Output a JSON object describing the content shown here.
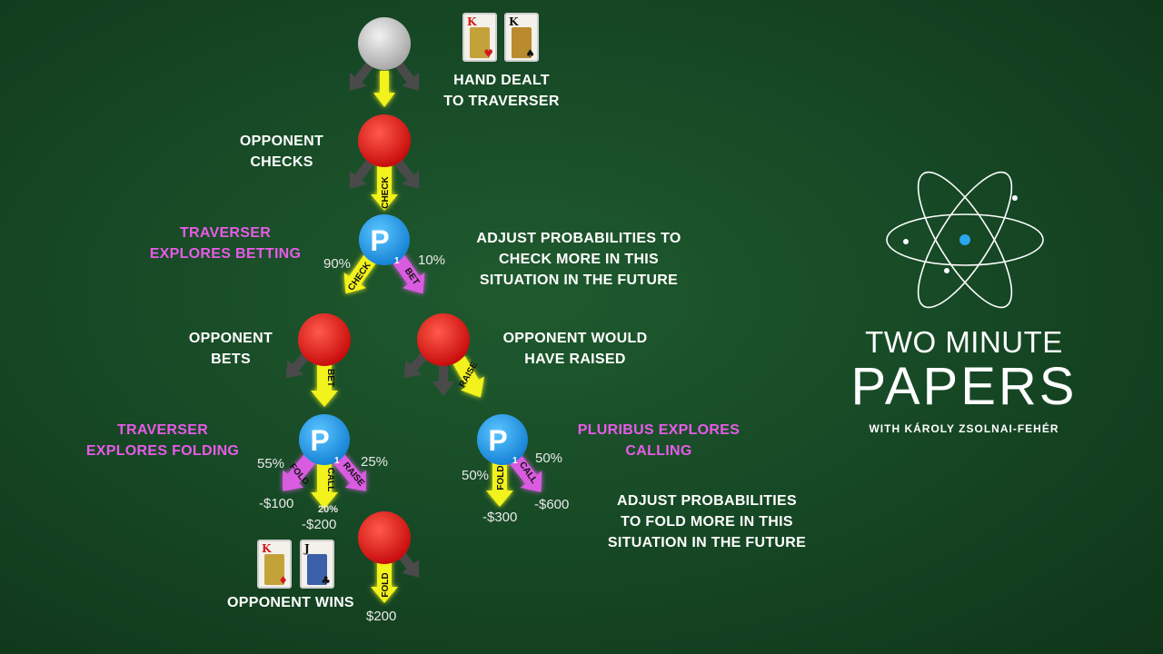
{
  "labels": {
    "hand_dealt": "HAND DEALT\nTO TRAVERSER",
    "opp_checks": "OPPONENT\nCHECKS",
    "trav_bet": "TRAVERSER\nEXPLORES BETTING",
    "adjust_check": "ADJUST PROBABILITIES TO\nCHECK MORE IN THIS\nSITUATION IN THE FUTURE",
    "opp_bets": "OPPONENT\nBETS",
    "opp_raised": "OPPONENT WOULD\nHAVE RAISED",
    "trav_fold": "TRAVERSER\nEXPLORES FOLDING",
    "plur_call": "PLURIBUS EXPLORES\nCALLING",
    "adjust_fold": "ADJUST PROBABILITIES\nTO FOLD MORE IN THIS\nSITUATION IN THE FUTURE",
    "opp_wins": "OPPONENT WINS"
  },
  "values": {
    "p90": "90%",
    "p10": "10%",
    "p55": "55%",
    "p25": "25%",
    "p20": "20%",
    "p50a": "50%",
    "p50b": "50%",
    "m100": "-$100",
    "m200": "-$200",
    "m300": "-$300",
    "m600": "-$600",
    "win200": "$200"
  },
  "actions": {
    "check": "CHECK",
    "check2": "CHECK",
    "bet": "BET",
    "bet2": "BET",
    "raise": "RAISE",
    "fold": "FOLD",
    "call": "CALL",
    "raise2": "RAISE",
    "fold2": "FOLD",
    "call2": "CALL",
    "fold3": "FOLD"
  },
  "player_node": {
    "letter": "P",
    "sub": "1"
  },
  "cards": {
    "traverser": [
      {
        "rank": "K",
        "suit": "♥"
      },
      {
        "rank": "K",
        "suit": "♠"
      }
    ],
    "opponent": [
      {
        "rank": "K",
        "suit": "♦"
      },
      {
        "rank": "J",
        "suit": "♣"
      }
    ]
  },
  "colors": {
    "background": "#174a26",
    "chance_node": "#cfcfcf",
    "opponent_node": "#e01a1a",
    "player_node": "#2aa7ee",
    "explored_edge": "#f2f21e",
    "pink_edge": "#d95be0",
    "pruned_edge": "#4d4d4d",
    "label_pink": "#e85be8"
  },
  "brand": {
    "line1": "TWO MINUTE",
    "line2": "PAPERS",
    "line3": "WITH KÁROLY ZSOLNAI-FEHÉR",
    "icon": "atom-icon"
  }
}
